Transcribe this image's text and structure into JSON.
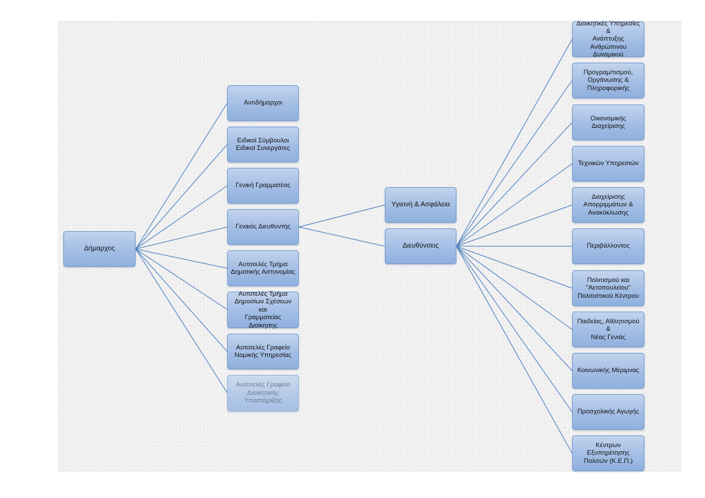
{
  "root": {
    "label": "Δήμαρχος"
  },
  "left_branch": [
    {
      "id": "antidimarxoi",
      "label": "Αντιδήμαρχοι"
    },
    {
      "id": "eidikoi",
      "label": "Ειδικοί Σύμβουλοι\nΕιδικοί Συνεργάτες"
    },
    {
      "id": "gen-grammateas",
      "label": "Γενική Γραμματέας"
    },
    {
      "id": "gen-dieythintis",
      "label": "Γενικός Διευθυντής"
    },
    {
      "id": "astynomia",
      "label": "Αυτοτελές Τμήμα\nΔημοτικής Αστυνομίας"
    },
    {
      "id": "dimosies-sxeseis",
      "label": "Αυτοτελές Τμήμα\nΔημοσίων Σχέσεων και\nΓραμματείας\nΔιοίκησης"
    },
    {
      "id": "nomiki",
      "label": "Αυτοτελές Γραφείο\nΝομικής Υπηρεσίας"
    },
    {
      "id": "dioikitiki-ypostirixi",
      "label": "Αυτοτελές Γραφείο\nΔιοικητικής\nΥποστήριξης"
    }
  ],
  "middle_branch": [
    {
      "id": "ygieini",
      "label": "Υγιεινή & Ασφάλεια"
    },
    {
      "id": "dieythynseis",
      "label": "Διευθύνσεις"
    }
  ],
  "right_branch": [
    {
      "id": "dioikitikes",
      "label": "Διοικητικές Υπηρεσίες &\nΑνάπτυξης  Ανθρώπινου\nΔυναμικού"
    },
    {
      "id": "programmatismou",
      "label": "Προγραμ/τισμού,\nΟργάνωσης &\nΠληροφορικής"
    },
    {
      "id": "oikonomikis",
      "label": "Οικονομικής Διαχείρισης"
    },
    {
      "id": "texnikon",
      "label": "Τεχνικών Υπηρεσιών"
    },
    {
      "id": "aporrimmaton",
      "label": "Διαχείρισης\nΑπορριμμάτων &\nΑνακύκλωσης"
    },
    {
      "id": "perivallontos",
      "label": "Περιβάλλοντος"
    },
    {
      "id": "politismou",
      "label": "Πολιτισμού και\n\"Αετοπουλείου\"\nΠολιτιστικού  Κέντρου"
    },
    {
      "id": "paideias",
      "label": "Παιδείας, Αθλητισμού &\nΝέας Γενιάς"
    },
    {
      "id": "koinonikis",
      "label": "Κοινωνικής Μέριμνας"
    },
    {
      "id": "prosxolikis",
      "label": "Προσχολικής Αγωγής"
    },
    {
      "id": "kep",
      "label": "Κέντρων Εξυπηρέτησης\nΠολιτών (Κ.Ε.Π.)"
    }
  ],
  "colors": {
    "node_fill": "#a8c1e6",
    "node_border": "#7a9fd0",
    "connector": "#4a7fbf",
    "faded_text": "#6d7a8c"
  }
}
